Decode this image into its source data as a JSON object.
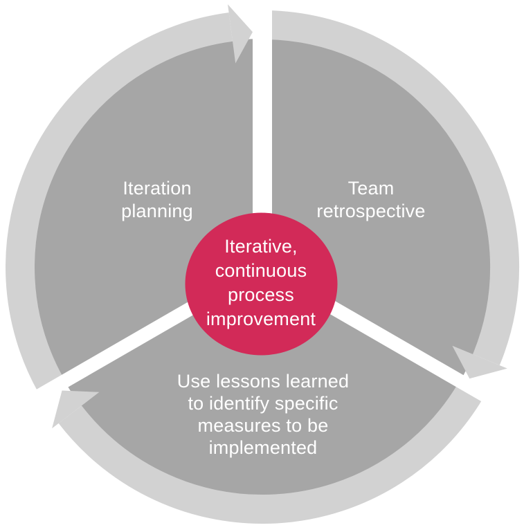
{
  "diagram": {
    "type": "segmented-cycle",
    "direction": "clockwise",
    "center_label": "Iterative,\ncontinuous\nprocess\nimprovement",
    "segments": [
      {
        "position": "top-left",
        "label": "Iteration\nplanning"
      },
      {
        "position": "top-right",
        "label": "Team\nretrospective"
      },
      {
        "position": "bottom",
        "label": "Use lessons learned\nto identify specific\nmeasures to be\nimplemented"
      }
    ],
    "colors": {
      "segment_gray": "#a6a6a6",
      "arrow_gray": "#d2d2d2",
      "gap_white": "#ffffff",
      "center_pink": "#d22a58",
      "label_text": "#ffffff",
      "background": "#ffffff"
    }
  }
}
